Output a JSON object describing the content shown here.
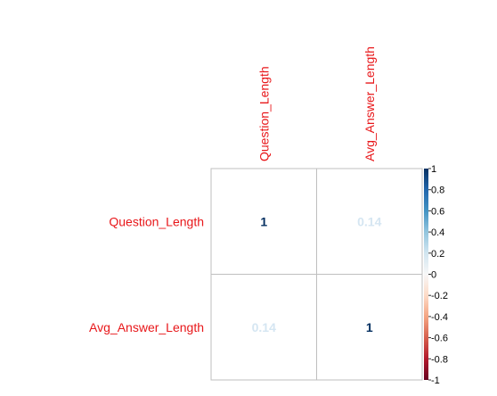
{
  "chart_data": {
    "type": "heatmap",
    "variables": [
      "Question_Length",
      "Avg_Answer_Length"
    ],
    "matrix": [
      [
        1,
        0.14
      ],
      [
        0.14,
        1
      ]
    ],
    "cell_labels": [
      [
        "1",
        "0.14"
      ],
      [
        "0.14",
        "1"
      ]
    ],
    "colorbar": {
      "range": [
        -1,
        1
      ],
      "ticks": [
        "1",
        "0.8",
        "0.6",
        "0.4",
        "0.2",
        "0",
        "-0.2",
        "-0.4",
        "-0.6",
        "-0.8",
        "-1"
      ],
      "placement": "right"
    },
    "colors": {
      "label": "#e8171a",
      "positive_strong": "#053061",
      "neutral": "#f7f7f7",
      "negative_strong": "#67001f",
      "weak_positive_text": "#d5e6f2",
      "grid": "#bfbfbf"
    }
  }
}
